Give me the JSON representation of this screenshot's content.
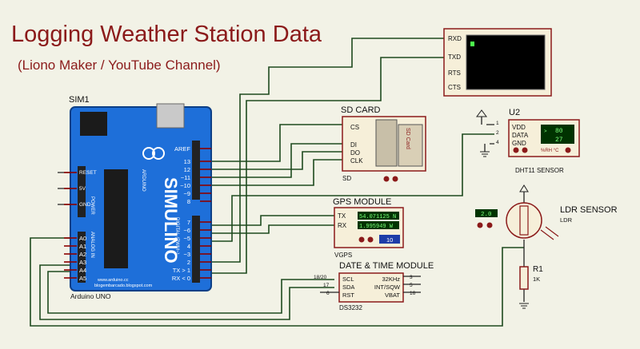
{
  "title": "Logging Weather Station Data",
  "subtitle": "(Liono Maker / YouTube Channel)",
  "arduino": {
    "ref": "SIM1",
    "name": "Arduino UNO",
    "brand": "SIMULINO",
    "sub": "ARDUINO",
    "url": "www.arduino.cc",
    "url2": "blogembarcado.blogspot.com",
    "analog_label": "ANALOG IN",
    "power_label": "POWER",
    "digital_label": "DIGITAL (PWM~)",
    "power_pins": [
      "RESET",
      "5V",
      "",
      "GND"
    ],
    "analog_pins": [
      "A0",
      "A1",
      "A2",
      "A3",
      "A4",
      "A5"
    ],
    "digital_pins_top": [
      "AREF",
      "13",
      "12",
      "~11",
      "~10",
      "~9",
      "8"
    ],
    "digital_pins_bottom": [
      "7",
      "~6",
      "~5",
      "4",
      "~3",
      "2",
      "TX > 1",
      "RX < 0"
    ]
  },
  "terminal": {
    "pins": [
      "RXD",
      "TXD",
      "RTS",
      "CTS"
    ]
  },
  "sdcard": {
    "title": "SD CARD",
    "name": "SD",
    "pins": [
      "CS",
      "DI",
      "DO",
      "CLK"
    ],
    "card_label": "SD Card"
  },
  "dht": {
    "ref": "U2",
    "name": "DHT11 SENSOR",
    "pins": [
      "VDD",
      "DATA",
      "GND"
    ],
    "pin_numbers": [
      "1",
      "2",
      "4"
    ],
    "humidity": "80",
    "temperature": "27",
    "units": "%RH    °C"
  },
  "gps": {
    "title": "GPS MODULE",
    "name": "VGPS",
    "pins": [
      "TX",
      "RX"
    ],
    "latitude": "54.071125 N",
    "longitude": "1.995949 W",
    "value": "10"
  },
  "ldr": {
    "title": "LDR SENSOR",
    "name": "LDR",
    "reading": "2.0"
  },
  "resistor": {
    "ref": "R1",
    "value": "1K"
  },
  "rtc": {
    "title": "DATE & TIME MODULE",
    "name": "DS3232",
    "left_pins": [
      "SCL",
      "SDA",
      "RST"
    ],
    "left_numbers": [
      "18/20",
      "17",
      "6"
    ],
    "right_pins": [
      "32KHz",
      "INT/SQW",
      "VBAT"
    ],
    "right_numbers": [
      "3",
      "5",
      "16"
    ]
  },
  "colors": {
    "background": "#f2f2e6",
    "title": "#8b1a1a",
    "board": "#1e6fd9",
    "wire": "#1e4a1e",
    "lcd": "#003300",
    "lcd_text": "#7cff7c"
  }
}
